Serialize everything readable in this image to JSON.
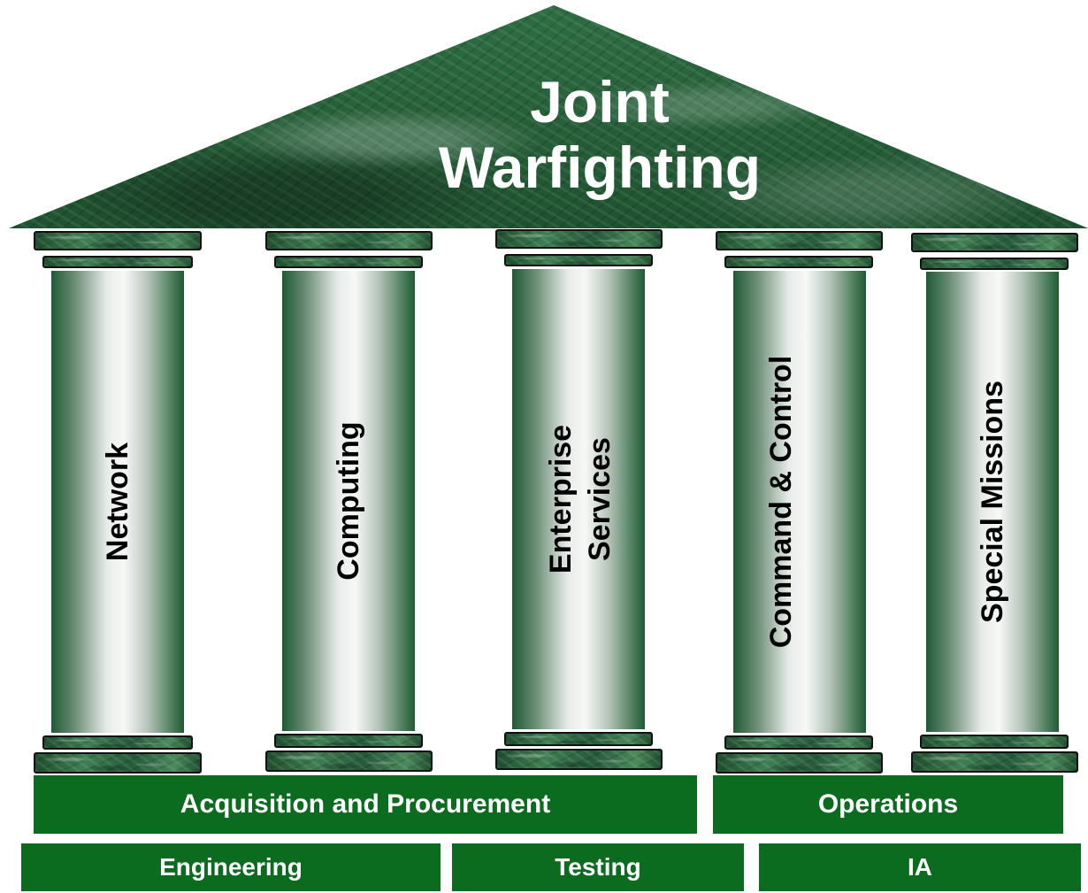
{
  "roof": {
    "title_line1": "Joint",
    "title_line2": "Warfighting"
  },
  "pillars": [
    {
      "label_line1": "Network",
      "label_line2": ""
    },
    {
      "label_line1": "Computing",
      "label_line2": ""
    },
    {
      "label_line1": "Enterprise",
      "label_line2": "Services"
    },
    {
      "label_line1": "Command & Control",
      "label_line2": ""
    },
    {
      "label_line1": "Special Missions",
      "label_line2": ""
    }
  ],
  "foundation_upper": [
    {
      "label": "Acquisition and Procurement"
    },
    {
      "label": "Operations"
    }
  ],
  "foundation_lower": [
    {
      "label": "Engineering"
    },
    {
      "label": "Testing"
    },
    {
      "label": "IA"
    }
  ],
  "colors": {
    "band_green": "#0b6b1f",
    "marble_green": "#2d6a3e",
    "title_text": "#ffffff"
  }
}
